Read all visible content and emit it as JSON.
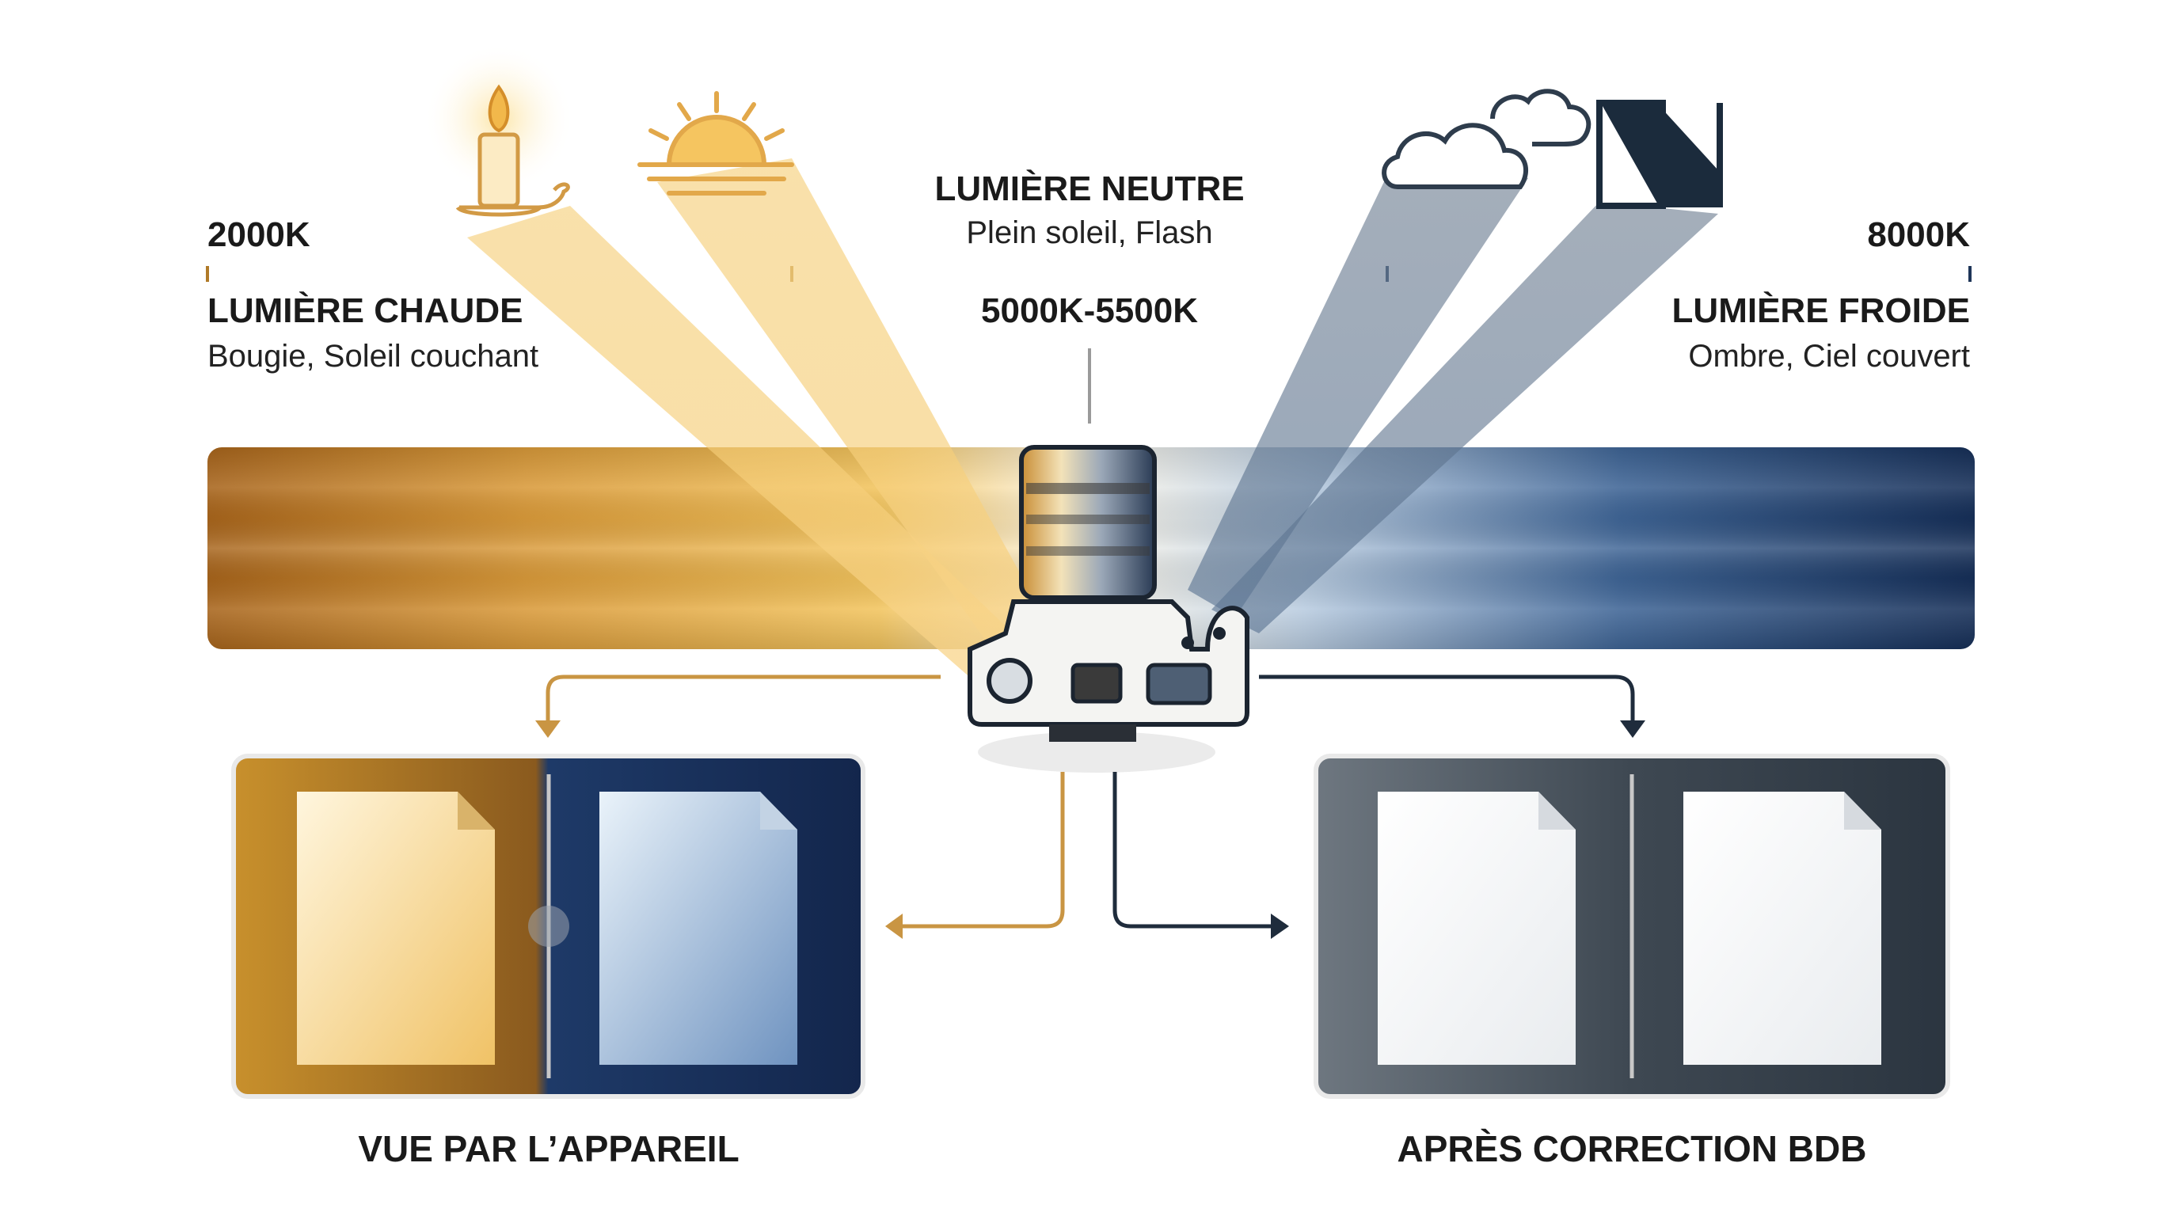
{
  "scale": {
    "min_label": "2000K",
    "max_label": "8000K",
    "neutral_range": "5000K-5500K"
  },
  "warm": {
    "title": "LUMIÈRE CHAUDE",
    "examples": "Bougie, Soleil couchant",
    "color": "#E8A93A"
  },
  "neutral": {
    "title": "LUMIÈRE NEUTRE",
    "examples": "Plein soleil, Flash"
  },
  "cool": {
    "title": "LUMIÈRE FROIDE",
    "examples": "Ombre, Ciel couvert",
    "color": "#1E3A66"
  },
  "icons": [
    "candle-icon",
    "sunset-icon",
    "camera-icon",
    "cloud-icon",
    "shade-icon",
    "document-icon"
  ],
  "panels": {
    "camera_view": {
      "caption": "VUE PAR L’APPAREIL"
    },
    "after_correction": {
      "caption": "APRÈS CORRECTION BDB"
    }
  }
}
